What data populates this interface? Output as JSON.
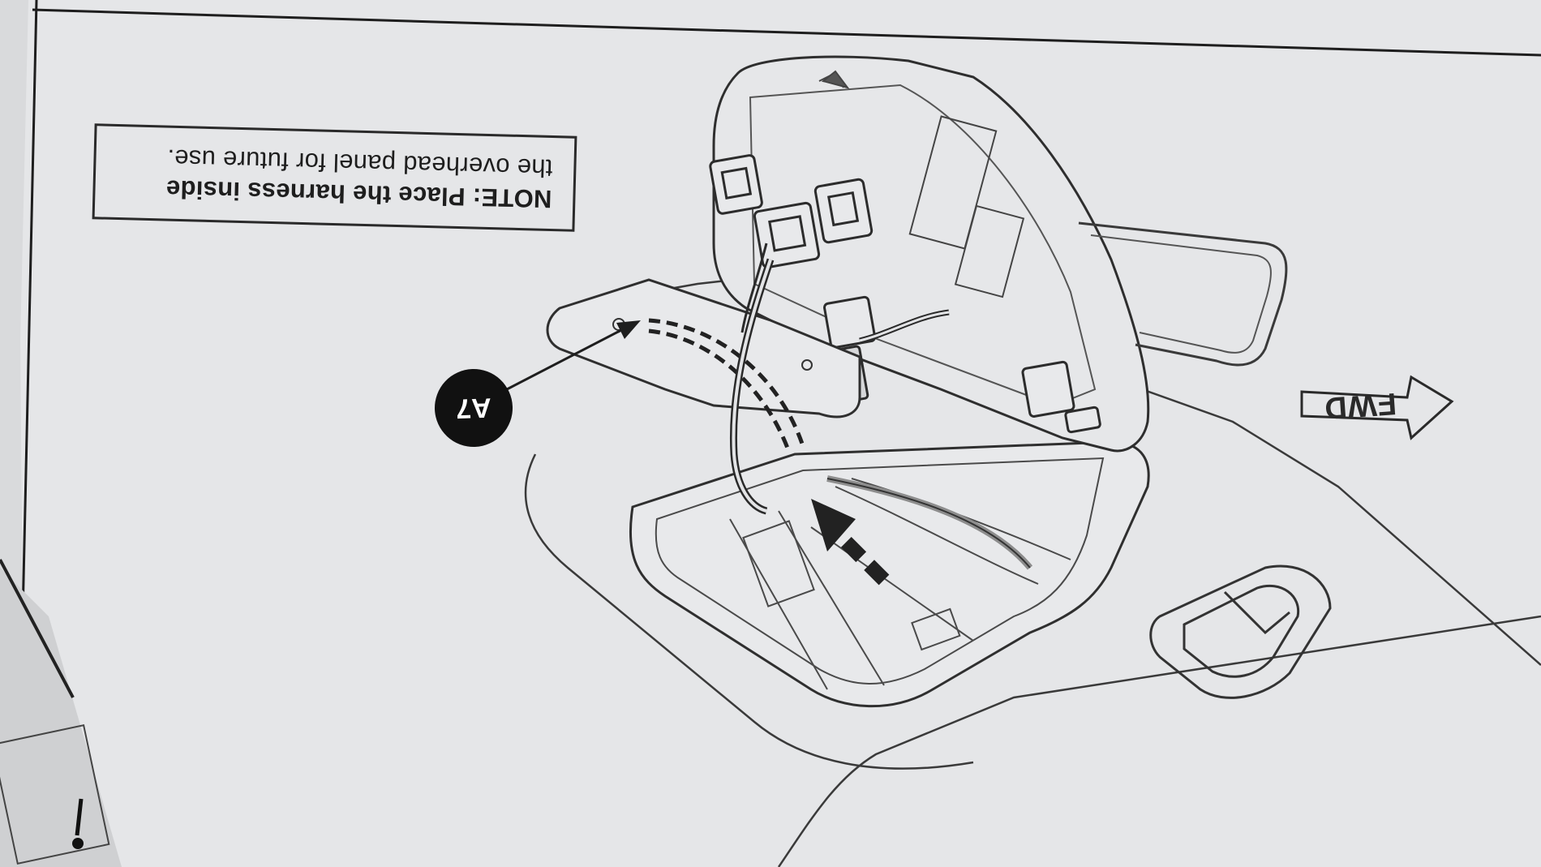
{
  "note": {
    "bold_prefix": "NOTE: Place the harness inside",
    "line2": "the overhead panel for future use."
  },
  "callout": {
    "label": "A7"
  },
  "direction": {
    "label": "FWD"
  },
  "colors": {
    "paper": "#e4e5e7",
    "ink": "#2a2a2a",
    "callout_fill": "#111111",
    "background": "#d9dadc"
  }
}
